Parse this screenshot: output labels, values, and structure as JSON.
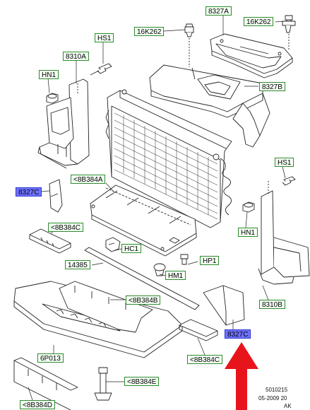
{
  "labels": {
    "l_8327a": "8327A",
    "l_16k262_left": "16K262",
    "l_16k262_right": "16K262",
    "l_hs1_left": "HS1",
    "l_8310a": "8310A",
    "l_hn1_left": "HN1",
    "l_8327b": "8327B",
    "l_hs1_right": "HS1",
    "l_8b384a": "<8B384A",
    "l_8327c_left": "8327C",
    "l_8b384c_left": "<8B384C",
    "l_hn1_right": "HN1",
    "l_hc1": "HC1",
    "l_hp1": "HP1",
    "l_14385": "14385",
    "l_hm1": "HM1",
    "l_8b384b": "<8B384B",
    "l_8310b": "8310B",
    "l_8327c_right": "8327C",
    "l_6p013": "6P013",
    "l_8b384c_right": "<8B384C",
    "l_8b384e": "<8B384E",
    "l_8b384d": "<8B384D"
  },
  "footer": {
    "ref": "5010215",
    "date": "05-2009 20",
    "code": "AK"
  },
  "colors": {
    "callout_border": "#2e8b2e",
    "highlight_fill": "#6f73ff",
    "arrow": "#e8141c",
    "line": "#222222"
  }
}
